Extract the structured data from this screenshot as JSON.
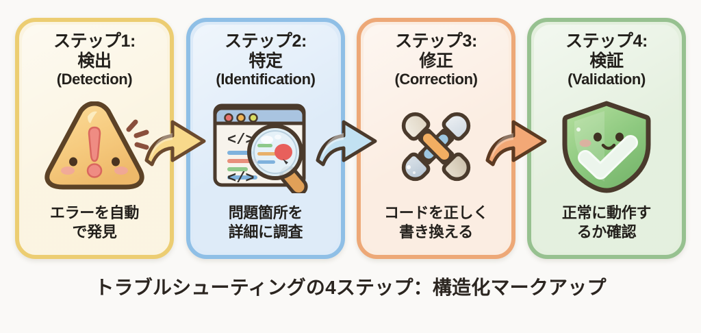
{
  "background_color": "#faf9f7",
  "footer": {
    "caption": "トラブルシューティングの4ステップ：構造化マークアップ"
  },
  "steps": [
    {
      "id": "detection",
      "title_line1": "ステップ1:",
      "title_line2": "検出",
      "title_line3": "(Detection)",
      "caption_line1": "エラーを自動",
      "caption_line2": "で発見",
      "icon": "warning-triangle-icon",
      "card_bg": "#fbf4e0",
      "card_border": "#eccd72"
    },
    {
      "id": "identification",
      "title_line1": "ステップ2:",
      "title_line2": "特定",
      "title_line3": "(Identification)",
      "caption_line1": "問題箇所を",
      "caption_line2": "詳細に調査",
      "icon": "code-window-magnifier-icon",
      "card_bg": "#dceaf8",
      "card_border": "#8fbfe6",
      "code_tag_text": "</>"
    },
    {
      "id": "correction",
      "title_line1": "ステップ3:",
      "title_line2": "修正",
      "title_line3": "(Correction)",
      "caption_line1": "コードを正しく",
      "caption_line2": "書き換える",
      "icon": "crossed-wrenches-icon",
      "card_bg": "#fbece0",
      "card_border": "#eda877"
    },
    {
      "id": "validation",
      "title_line1": "ステップ4:",
      "title_line2": "検証",
      "title_line3": "(Validation)",
      "caption_line1": "正常に動作す",
      "caption_line2": "るか確認",
      "icon": "shield-check-icon",
      "card_bg": "#e3efdd",
      "card_border": "#97c190"
    }
  ],
  "arrows": [
    {
      "id": "arrow-1",
      "from": "detection",
      "to": "identification",
      "color": "#f7d98a",
      "icon": "curved-arrow-right-icon"
    },
    {
      "id": "arrow-2",
      "from": "identification",
      "to": "correction",
      "color": "#bfe0f2",
      "icon": "curved-arrow-right-icon"
    },
    {
      "id": "arrow-3",
      "from": "correction",
      "to": "validation",
      "color": "#f2a878",
      "icon": "curved-arrow-right-icon"
    }
  ]
}
